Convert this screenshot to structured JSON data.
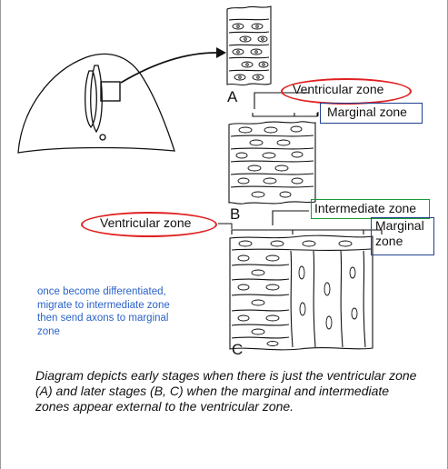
{
  "labels": {
    "stage_a": "A",
    "stage_b": "B",
    "stage_c": "C",
    "ventricular_zone_a": "Ventricular zone",
    "marginal_zone_a": "Marginal zone",
    "intermediate_zone_c": "Intermediate zone",
    "marginal_zone_c": "Marginal zone",
    "ventricular_zone_c": "Ventricular zone"
  },
  "note": "once become differentiated, migrate to intermediate zone then send axons to marginal zone",
  "caption": "Diagram depicts early stages when there is just the ventricular zone (A) and later stages (B, C) when the marginal and intermediate zones appear external to the ventricular zone.",
  "colors": {
    "ventricular_highlight": "#e02020",
    "marginal_highlight": "#1f3f8f",
    "intermediate_highlight": "#1a9a3a",
    "note_text": "#2a62c9"
  }
}
